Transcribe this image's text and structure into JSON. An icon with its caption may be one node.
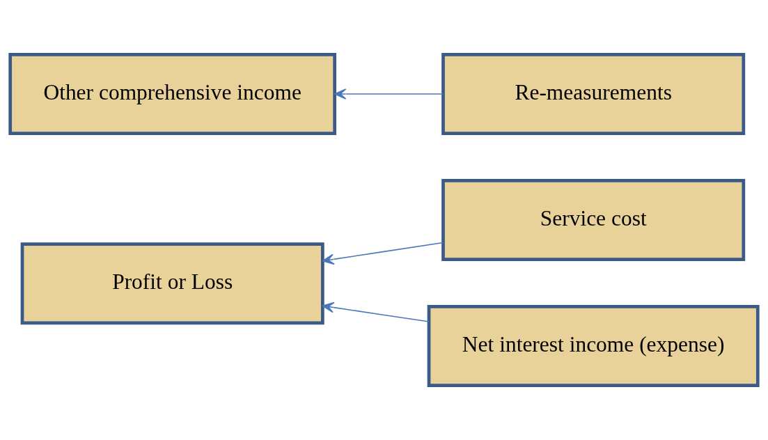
{
  "diagram": {
    "nodes": [
      {
        "text": [
          "Service cost"
        ]
      },
      {
        "text": [
          "Profit or Loss"
        ]
      },
      {
        "text": [
          "Net interest income (expense)"
        ]
      },
      {
        "text": [
          "Other comprehensive income"
        ]
      },
      {
        "text": [
          "Re-measurements"
        ]
      }
    ],
    "edges": [
      {
        "from": 0,
        "to": 1,
        "arrow": "to"
      },
      {
        "from": 2,
        "to": 1,
        "arrow": "to"
      },
      {
        "from": 4,
        "to": 3,
        "arrow": "to"
      }
    ]
  }
}
